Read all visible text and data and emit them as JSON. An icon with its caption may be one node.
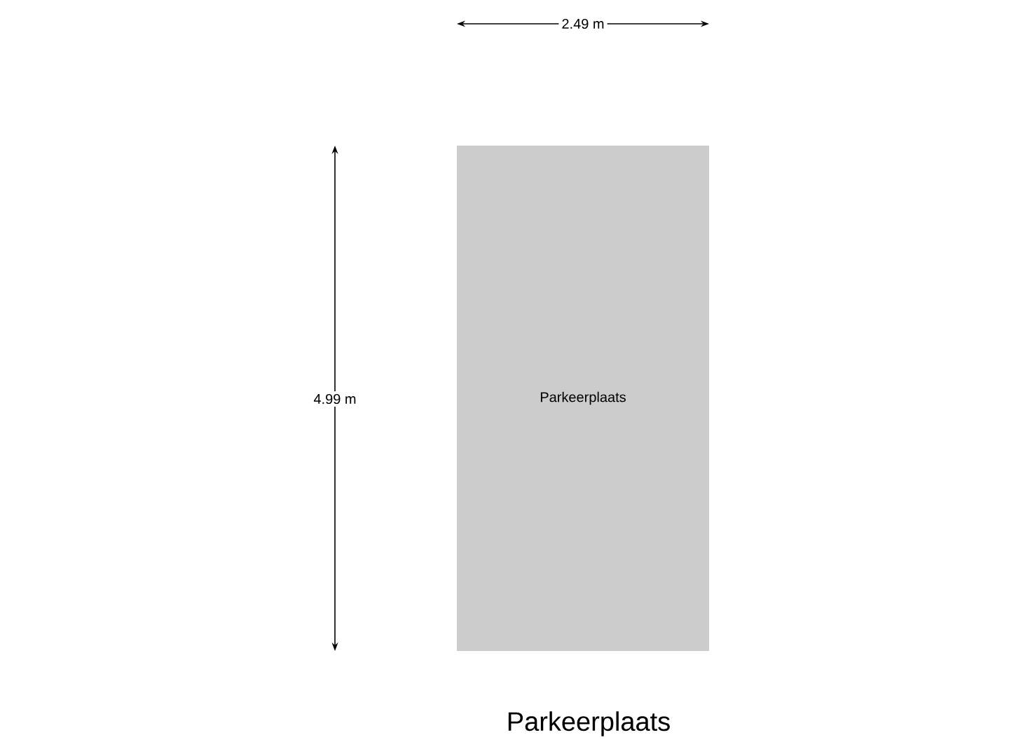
{
  "diagram": {
    "title": "Parkeerplaats",
    "nodes": [
      {
        "text": [
          "Parkeerplaats"
        ]
      }
    ],
    "labels": [
      "2.49 m",
      "4.99 m"
    ]
  }
}
